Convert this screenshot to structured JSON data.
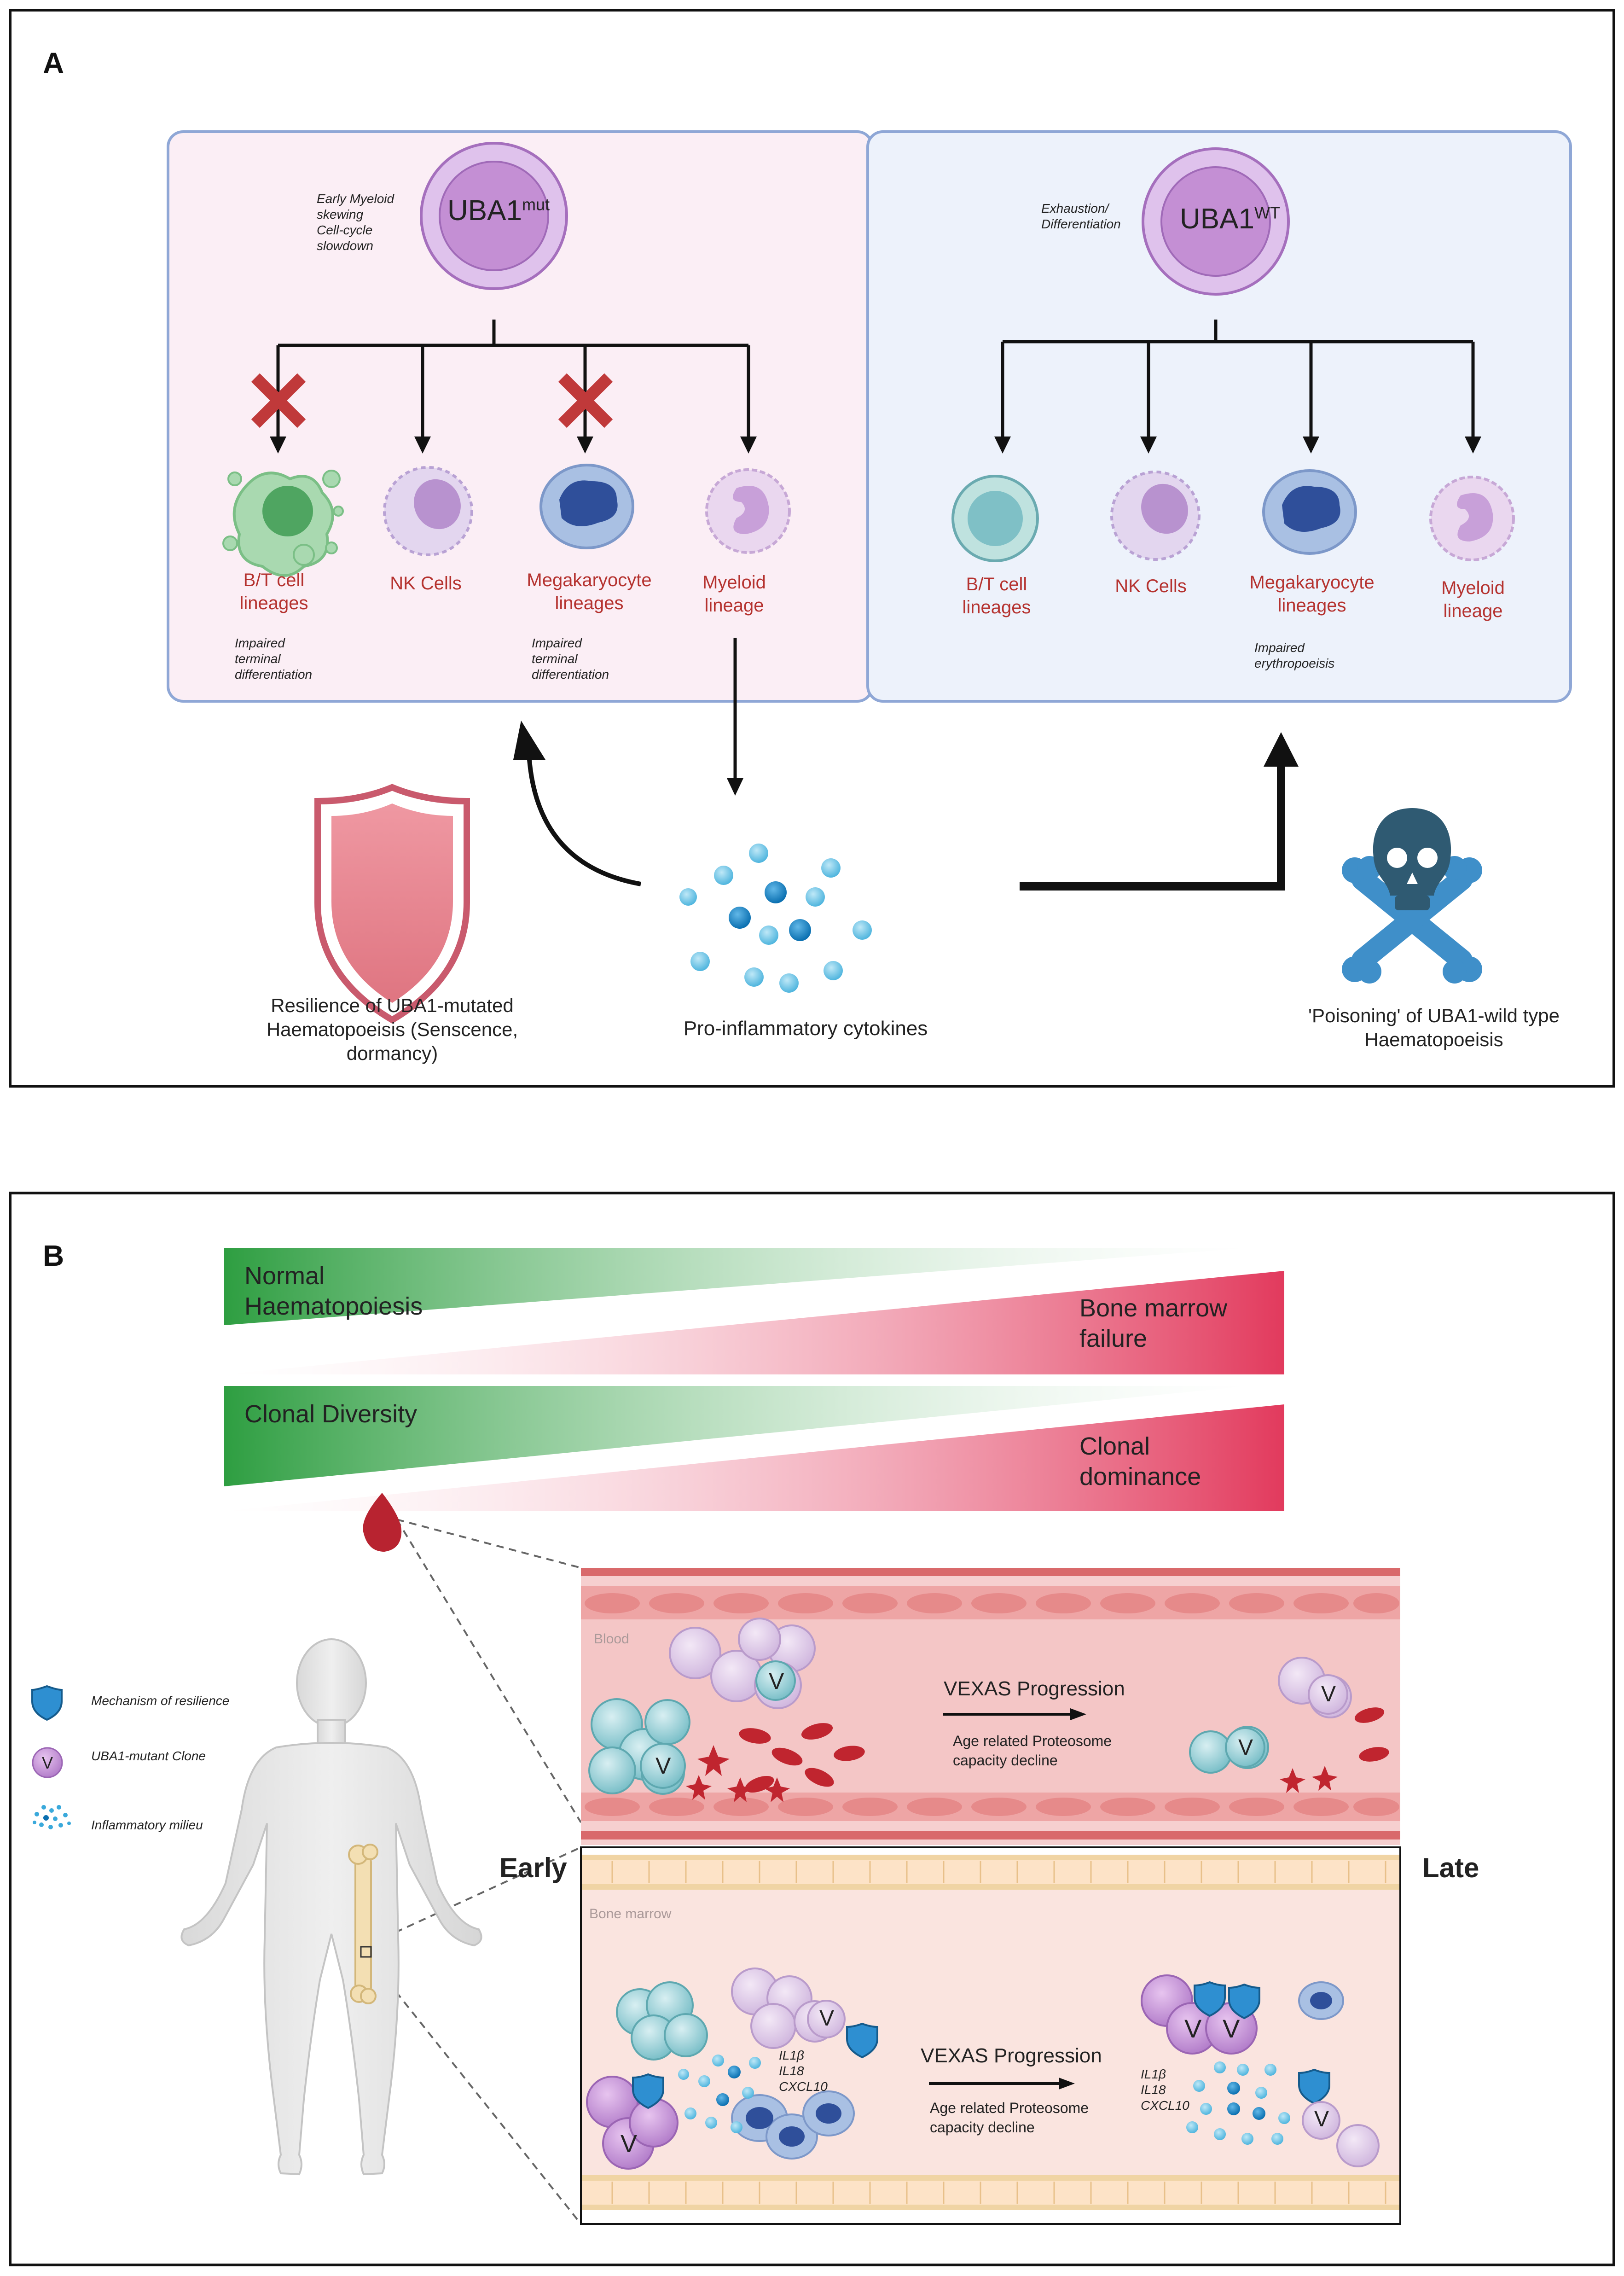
{
  "panel_a": {
    "label": "A",
    "mutant_box": {
      "cell_label": "UBA1",
      "cell_superscript": "mut",
      "note": [
        "Early Myeloid",
        "skewing",
        "Cell-cycle",
        "slowdown"
      ],
      "lineages": [
        {
          "label": [
            "B/T cell",
            "lineages"
          ],
          "blocked": true,
          "note": [
            "Impaired",
            "terminal",
            "differentiation"
          ]
        },
        {
          "label": [
            "NK Cells"
          ],
          "blocked": false,
          "note": []
        },
        {
          "label": [
            "Megakaryocyte",
            "lineages"
          ],
          "blocked": true,
          "note": [
            "Impaired",
            "terminal",
            "differentiation"
          ]
        },
        {
          "label": [
            "Myeloid",
            "lineage"
          ],
          "blocked": false,
          "note": []
        }
      ]
    },
    "wildtype_box": {
      "cell_label": "UBA1",
      "cell_superscript": "WT",
      "note": [
        "Exhaustion/",
        "Differentiation"
      ],
      "lineages": [
        {
          "label": [
            "B/T cell",
            "lineages"
          ],
          "note": []
        },
        {
          "label": [
            "NK Cells"
          ],
          "note": []
        },
        {
          "label": [
            "Megakaryocyte",
            "lineages"
          ],
          "note": [
            "Impaired",
            "erythropoeisis"
          ]
        },
        {
          "label": [
            "Myeloid",
            "lineage"
          ],
          "note": []
        }
      ]
    },
    "resilience_caption": [
      "Resilience of UBA1-mutated",
      "Haematopoeisis (Senscence,",
      "dormancy)"
    ],
    "cytokines_caption": "Pro-inflammatory cytokines",
    "poisoning_caption": [
      "'Poisoning' of UBA1-wild type",
      "Haematopoeisis"
    ],
    "colors": {
      "mutant_box_fill": "#fbeef5",
      "wt_box_fill": "#edf2fb",
      "box_border": "#8fa7d6",
      "label_red": "#b5322f",
      "shield": "#e6848f",
      "skull": "#2f5a72",
      "bones": "#3f8fc9"
    }
  },
  "panel_b": {
    "label": "B",
    "gradients": [
      {
        "left": [
          "Normal",
          "Haematopoiesis"
        ],
        "right": [
          "Bone marrow",
          "failure"
        ]
      },
      {
        "left": [
          "Clonal Diversity"
        ],
        "right": [
          "Clonal",
          "dominance"
        ]
      }
    ],
    "legend": [
      {
        "icon": "shield-icon",
        "label": "Mechanism of resilience"
      },
      {
        "icon": "mutant-clone-icon",
        "symbol": "V",
        "label": "UBA1-mutant Clone"
      },
      {
        "icon": "inflammatory-dots-icon",
        "label": "Inflammatory milieu"
      }
    ],
    "blood": {
      "label": "Blood",
      "progression": "VEXAS Progression",
      "sub": [
        "Age related Proteosome",
        "capacity decline"
      ]
    },
    "marrow": {
      "label": "Bone marrow",
      "progression": "VEXAS Progression",
      "sub": [
        "Age related Proteosome",
        "capacity decline"
      ],
      "cytokines_early": [
        "IL1β",
        "IL18",
        "CXCL10"
      ],
      "cytokines_late": [
        "IL1β",
        "IL18",
        "CXCL10"
      ]
    },
    "clone_symbol": "V",
    "early": "Early",
    "late": "Late",
    "colors": {
      "green": "#2e9e41",
      "red": "#e23a5d",
      "vessel": "#f4c6c6",
      "marrow": "#fae4df",
      "rbc": "#c0252f"
    }
  }
}
